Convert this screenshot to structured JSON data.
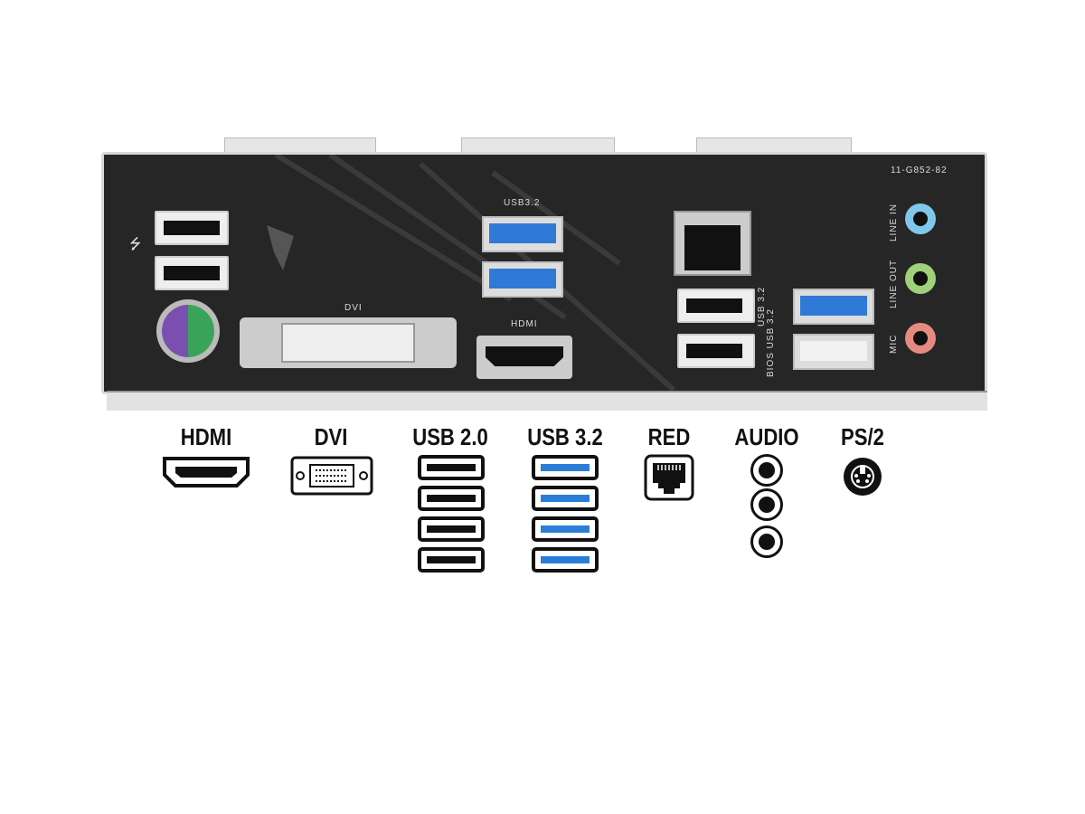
{
  "panel": {
    "part_number": "11-G852-82",
    "usb32_top_label": "USB3.2",
    "dvi_label": "DVI",
    "hdmi_label": "HDMI",
    "usb32_right_label": "USB 3.2",
    "bios_usb_label": "BIOS USB 3.2",
    "line_in_label": "LINE IN",
    "line_out_label": "LINE OUT",
    "mic_label": "MIC"
  },
  "legend": {
    "hdmi": "HDMI",
    "dvi": "DVI",
    "usb20": "USB 2.0",
    "usb32": "USB 3.2",
    "red": "RED",
    "audio": "AUDIO",
    "ps2": "PS/2"
  },
  "colors": {
    "usb32_blue": "#2f7ad6",
    "line_in": "#7fc8ea",
    "line_out": "#9fd07a",
    "mic": "#e58a80",
    "ps2_purple": "#7a4fb0",
    "ps2_green": "#3aa35a"
  }
}
